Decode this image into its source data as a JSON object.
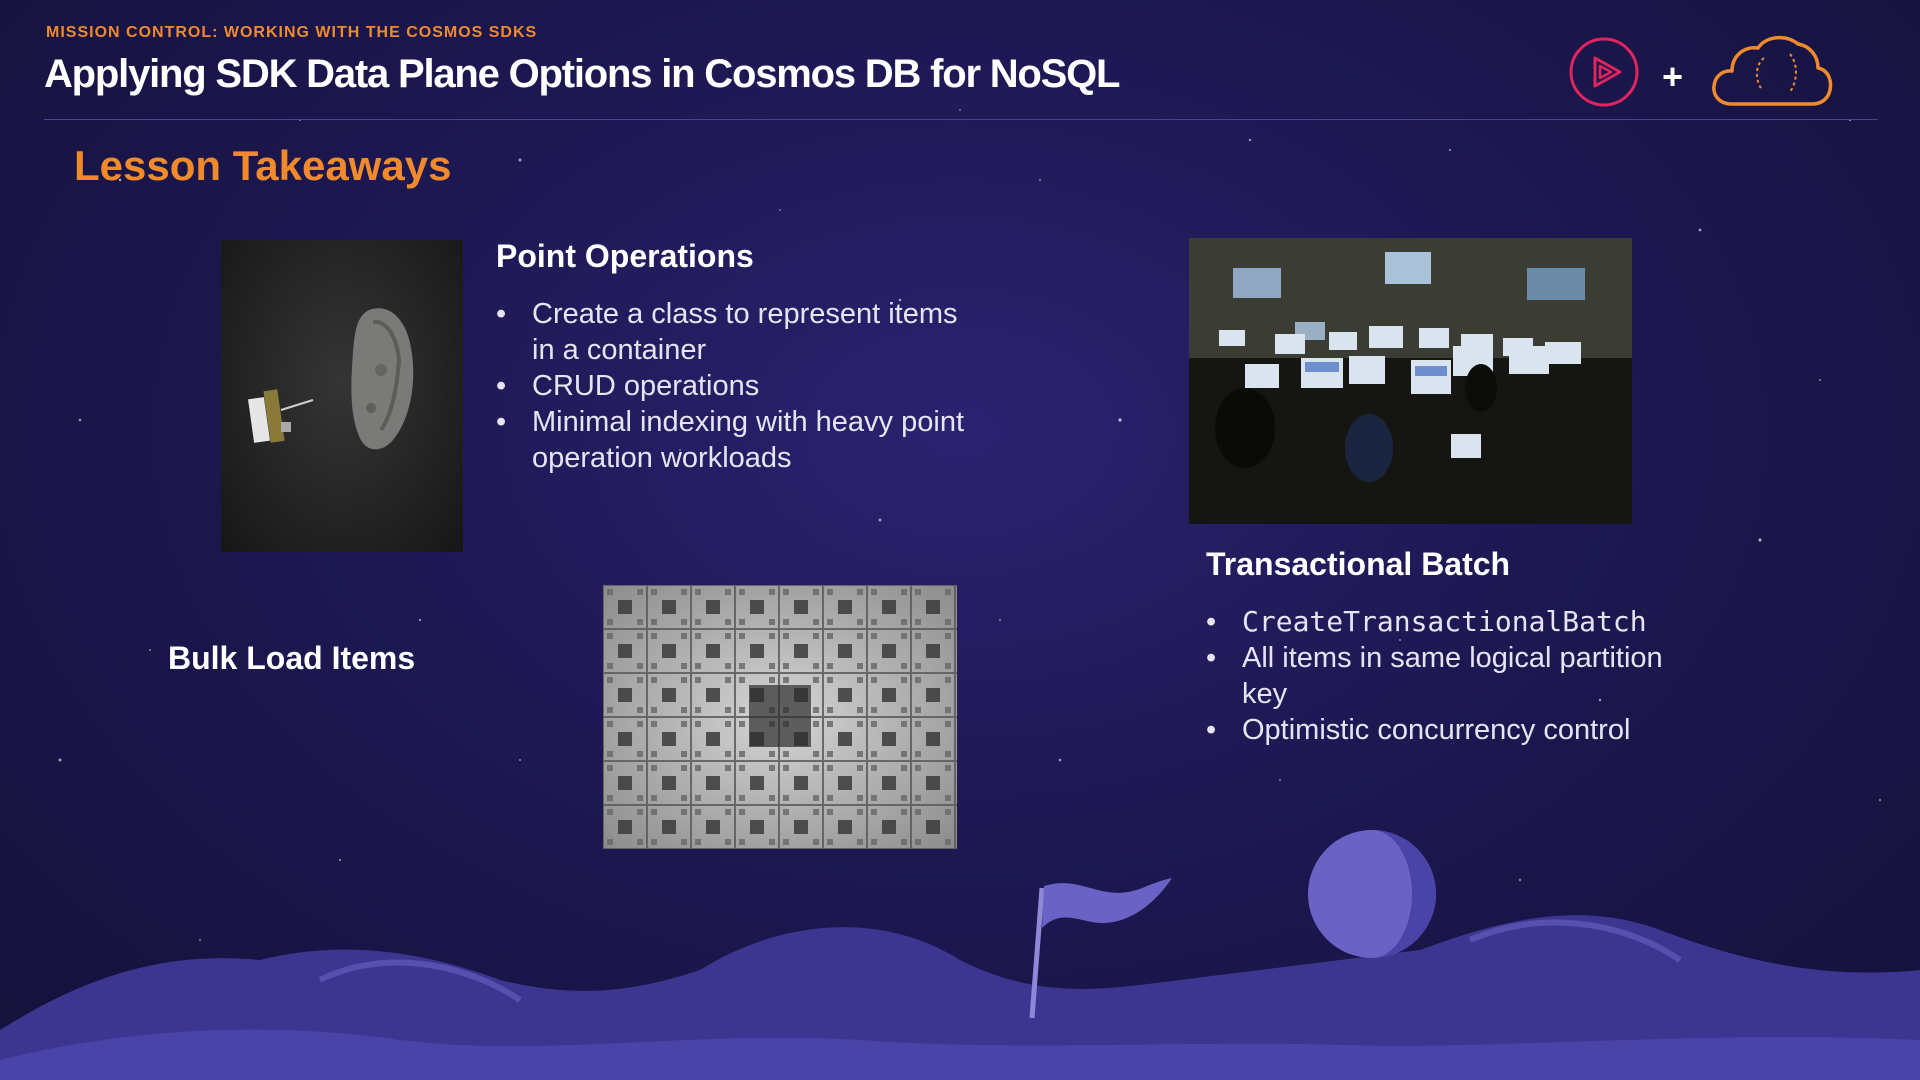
{
  "header": {
    "subtitle": "MISSION CONTROL: WORKING WITH THE COSMOS SDKS",
    "title": "Applying SDK Data Plane Options in Cosmos DB for NoSQL",
    "plus": "+"
  },
  "lesson": {
    "title": "Lesson Takeaways"
  },
  "sections": {
    "point_operations": {
      "heading": "Point Operations",
      "bullets": [
        "Create a class to represent items in a container",
        "CRUD operations",
        "Minimal indexing with heavy point operation workloads"
      ]
    },
    "bulk_load": {
      "heading": "Bulk Load Items"
    },
    "transactional_batch": {
      "heading": "Transactional Batch",
      "bullets": [
        "CreateTransactionalBatch",
        "All items in same logical partition key",
        "Optimistic concurrency control"
      ]
    }
  },
  "images": {
    "asteroid": "asteroid-with-spacecraft-photo",
    "fractal": "fractal-cube-pattern-image",
    "control_room": "mission-control-room-photo"
  },
  "colors": {
    "accent": "#f08a2c",
    "background": "#1d1852",
    "play_icon": "#e0245e",
    "text": "#ffffff"
  }
}
